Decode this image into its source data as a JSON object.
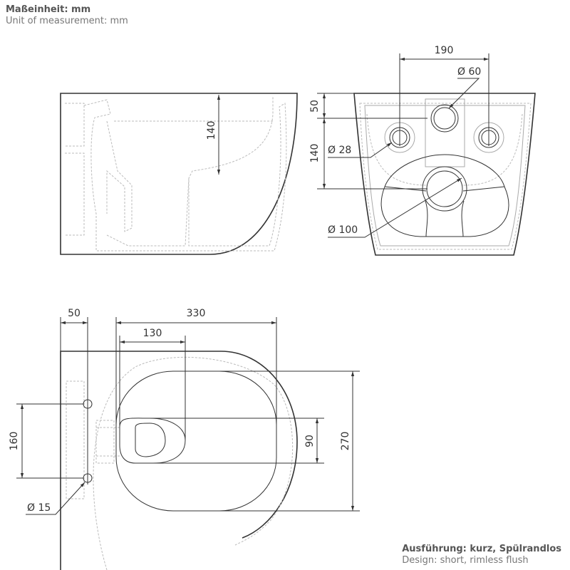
{
  "header": {
    "line1": "Maßeinheit: mm",
    "line2": "Unit of measurement: mm"
  },
  "footer": {
    "line1": "Ausführung: kurz, Spülrandlos",
    "line2": "Design: short, rimless flush"
  },
  "side_view": {
    "dim_depth": "140"
  },
  "front_view": {
    "dim_width": "190",
    "dim_top": "50",
    "dim_height": "140",
    "d60": "Ø 60",
    "d28": "Ø 28",
    "d100": "Ø 100"
  },
  "top_view": {
    "dim_50": "50",
    "dim_330": "330",
    "dim_130": "130",
    "dim_160": "160",
    "dim_90": "90",
    "dim_270": "270",
    "d15": "Ø 15"
  }
}
